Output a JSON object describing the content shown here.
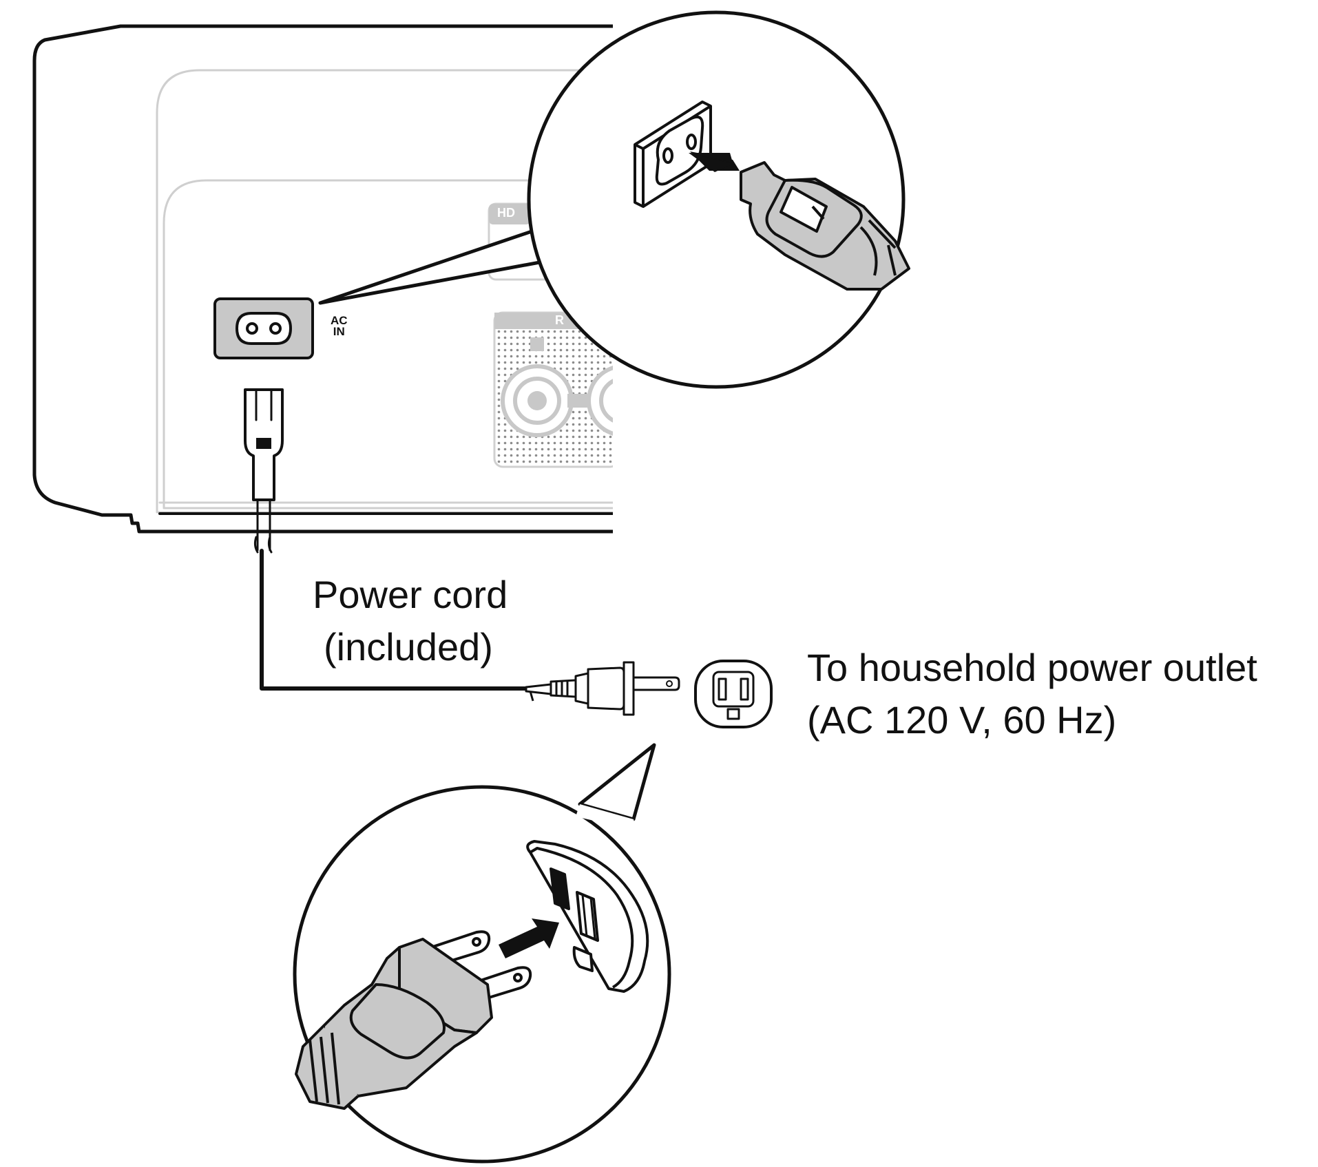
{
  "colors": {
    "ink": "#111111",
    "panel_gray": "#c8c8c8",
    "light_gray": "#d9d9d9",
    "dot_gray": "#8c8c8c",
    "background": "#ffffff"
  },
  "icons": {
    "ac_inlet": "ac-inlet-icon",
    "iec_connector": "iec-connector-icon",
    "ac_plug": "ac-plug-icon",
    "wall_outlet": "wall-outlet-icon",
    "arrow": "arrow-right-icon",
    "speaker_terminal": "speaker-terminal-icon"
  },
  "unit": {
    "ac_in_line1": "AC",
    "ac_in_line2": "IN",
    "hd_tag": "HD",
    "r_tag": "R"
  },
  "labels": {
    "power_cord_line1": "Power cord",
    "power_cord_line2": "(included)",
    "outlet_line1": "To household power outlet",
    "outlet_line2": "(AC 120 V, 60 Hz)"
  }
}
